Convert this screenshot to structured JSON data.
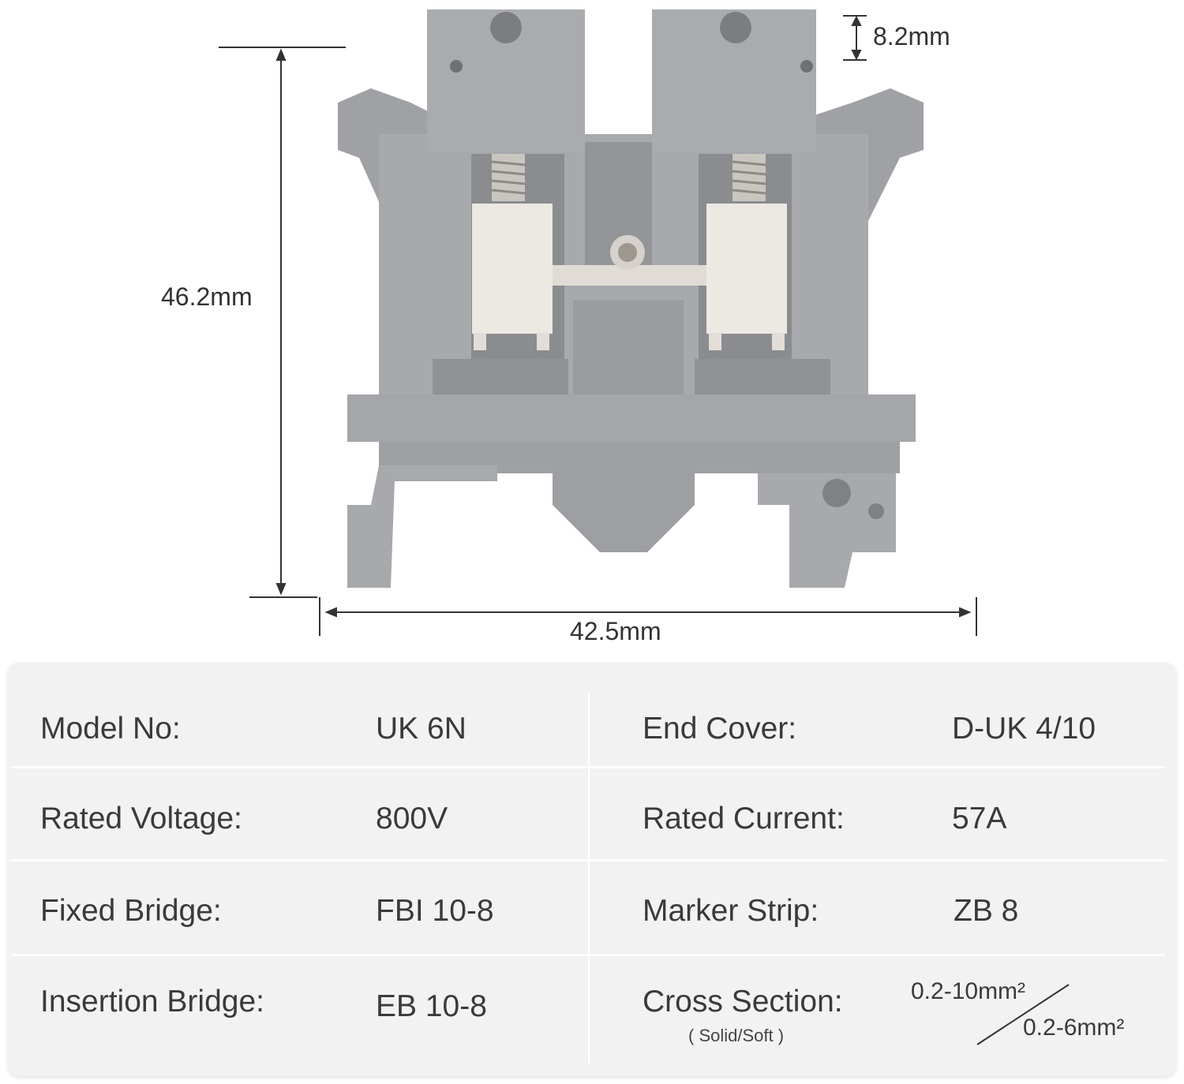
{
  "dimensions": {
    "top_gap": "8.2mm",
    "height": "46.2mm",
    "width": "42.5mm"
  },
  "specs": {
    "rows": [
      {
        "label_left": "Model No:",
        "value_left": "UK 6N",
        "label_right": "End Cover:",
        "value_right": "D-UK 4/10"
      },
      {
        "label_left": "Rated Voltage:",
        "value_left": "800V",
        "label_right": "Rated Current:",
        "value_right": "57A"
      },
      {
        "label_left": "Fixed Bridge:",
        "value_left": "FBI 10-8",
        "label_right": "Marker Strip:",
        "value_right": "ZB 8"
      },
      {
        "label_left": "Insertion Bridge:",
        "value_left": "EB 10-8",
        "label_right": "Cross Section:",
        "value_right": ""
      }
    ],
    "cross_section_note": "( Solid/Soft )",
    "cross_section_solid": "0.2-10mm²",
    "cross_section_soft": "0.2-6mm²"
  },
  "colors": {
    "housing": "#a7a9ac",
    "housing_dark": "#8e9094",
    "metal": "#ece8e2",
    "card_bg": "#f2f2f2"
  }
}
